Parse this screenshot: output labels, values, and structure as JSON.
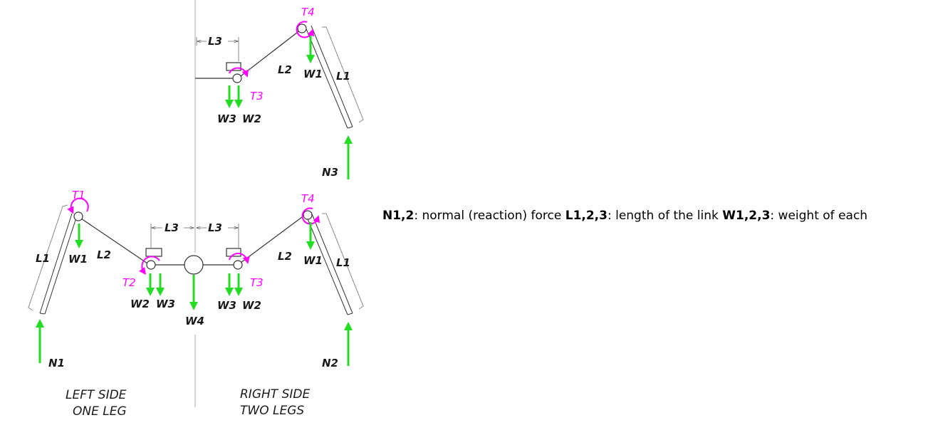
{
  "diagram": {
    "top_view": {
      "torque_top": "T4",
      "torque_joint": "T3",
      "link_lengths": [
        "L3",
        "L2",
        "L1"
      ],
      "weights": [
        "W1",
        "W3",
        "W2"
      ],
      "normal_force": "N3"
    },
    "left_side": {
      "torques": [
        "T1",
        "T2"
      ],
      "link_lengths": [
        "L1",
        "L2",
        "L3"
      ],
      "weights": [
        "W1",
        "W2",
        "W3"
      ],
      "normal_force": "N1",
      "caption_line1": "LEFT SIDE",
      "caption_line2": "ONE LEG"
    },
    "center": {
      "weight": "W4"
    },
    "right_side": {
      "torques": [
        "T4",
        "T3"
      ],
      "link_lengths": [
        "L3",
        "L2",
        "L1"
      ],
      "weights": [
        "W1",
        "W3",
        "W2"
      ],
      "normal_force": "N2",
      "caption_line1": "RIGHT SIDE",
      "caption_line2": "TWO LEGS"
    },
    "colors": {
      "torque": "#ff00ff",
      "force": "#22dd22",
      "line": "#333333"
    }
  },
  "legend": {
    "n_term": "N1,2",
    "n_desc": ": normal (reaction) force ",
    "l_term": "L1,2,3",
    "l_desc": ": length of the link ",
    "w_term": "W1,2,3",
    "w_desc": ": weight of each"
  }
}
